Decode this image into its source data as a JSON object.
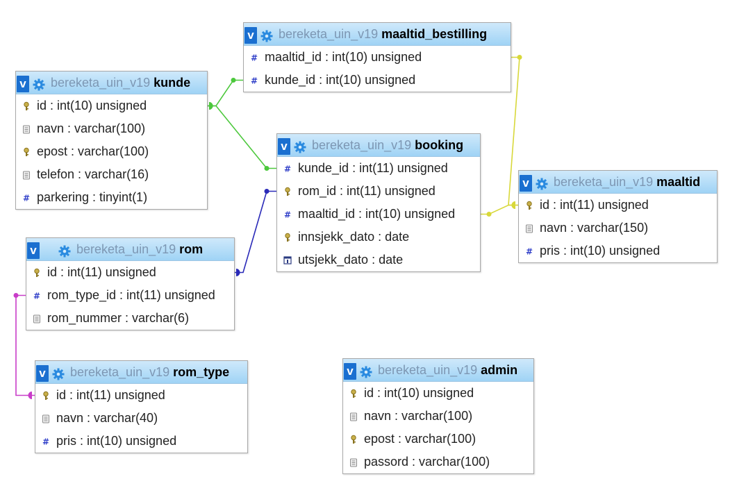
{
  "colors": {
    "header_top": "#cfe9fb",
    "header_bottom": "#9fd3f5",
    "toggle_bg": "#1a6fd0",
    "db_text": "#7d97b3",
    "link_green": "#4cc83c",
    "link_blue": "#2a2ab8",
    "link_yellow": "#d8d83a",
    "link_magenta": "#c83cc8"
  },
  "tables": [
    {
      "key": "kunde",
      "toggle": "v",
      "db": "bereketa_uin_v19",
      "name": "kunde",
      "columns": [
        {
          "icon": "key-icon",
          "text": "id : int(10) unsigned"
        },
        {
          "icon": "text-field-icon",
          "text": "navn : varchar(100)"
        },
        {
          "icon": "key-icon",
          "text": "epost : varchar(100)"
        },
        {
          "icon": "text-field-icon",
          "text": "telefon : varchar(16)"
        },
        {
          "icon": "numeric-field-icon",
          "text": "parkering : tinyint(1)"
        }
      ]
    },
    {
      "key": "maaltid_bestilling",
      "toggle": "v",
      "db": "bereketa_uin_v19",
      "name": "maaltid_bestilling",
      "columns": [
        {
          "icon": "numeric-field-icon",
          "text": "maaltid_id : int(10) unsigned"
        },
        {
          "icon": "numeric-field-icon",
          "text": "kunde_id : int(10) unsigned"
        }
      ]
    },
    {
      "key": "booking",
      "toggle": "v",
      "db": "bereketa_uin_v19",
      "name": "booking",
      "columns": [
        {
          "icon": "numeric-field-icon",
          "text": "kunde_id : int(11) unsigned"
        },
        {
          "icon": "key-icon",
          "text": "rom_id : int(11) unsigned"
        },
        {
          "icon": "numeric-field-icon",
          "text": "maaltid_id : int(10) unsigned"
        },
        {
          "icon": "key-icon",
          "text": "innsjekk_dato : date"
        },
        {
          "icon": "date-field-icon",
          "text": "utsjekk_dato : date"
        }
      ]
    },
    {
      "key": "maaltid",
      "toggle": "v",
      "db": "bereketa_uin_v19",
      "name": "maaltid",
      "columns": [
        {
          "icon": "key-icon",
          "text": "id : int(11) unsigned"
        },
        {
          "icon": "text-field-icon",
          "text": "navn : varchar(150)"
        },
        {
          "icon": "numeric-field-icon",
          "text": "pris : int(10) unsigned"
        }
      ]
    },
    {
      "key": "rom",
      "toggle": "v",
      "db": "bereketa_uin_v19",
      "name": "rom",
      "columns": [
        {
          "icon": "key-icon",
          "text": "id : int(11) unsigned"
        },
        {
          "icon": "numeric-field-icon",
          "text": "rom_type_id : int(11) unsigned"
        },
        {
          "icon": "text-field-icon",
          "text": "rom_nummer : varchar(6)"
        }
      ]
    },
    {
      "key": "rom_type",
      "toggle": "v",
      "db": "bereketa_uin_v19",
      "name": "rom_type",
      "columns": [
        {
          "icon": "key-icon",
          "text": "id : int(11) unsigned"
        },
        {
          "icon": "text-field-icon",
          "text": "navn : varchar(40)"
        },
        {
          "icon": "numeric-field-icon",
          "text": "pris : int(10) unsigned"
        }
      ]
    },
    {
      "key": "admin",
      "toggle": "v",
      "db": "bereketa_uin_v19",
      "name": "admin",
      "columns": [
        {
          "icon": "key-icon",
          "text": "id : int(10) unsigned"
        },
        {
          "icon": "text-field-icon",
          "text": "navn : varchar(100)"
        },
        {
          "icon": "key-icon",
          "text": "epost : varchar(100)"
        },
        {
          "icon": "text-field-icon",
          "text": "passord : varchar(100)"
        }
      ]
    }
  ],
  "relations": [
    {
      "from": "maaltid_bestilling.kunde_id",
      "to": "kunde.id",
      "color": "#4cc83c"
    },
    {
      "from": "booking.kunde_id",
      "to": "kunde.id",
      "color": "#4cc83c"
    },
    {
      "from": "booking.rom_id",
      "to": "rom.id",
      "color": "#2a2ab8"
    },
    {
      "from": "maaltid_bestilling.maaltid_id",
      "to": "maaltid.id",
      "color": "#d8d83a"
    },
    {
      "from": "booking.maaltid_id",
      "to": "maaltid.id",
      "color": "#d8d83a"
    },
    {
      "from": "rom.rom_type_id",
      "to": "rom_type.id",
      "color": "#c83cc8"
    }
  ]
}
